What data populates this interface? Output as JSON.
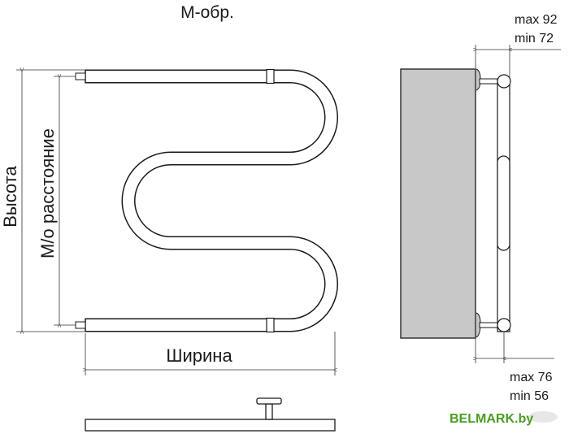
{
  "title": "М-обр.",
  "dimensions": {
    "height_label": "Высота",
    "center_distance_label": "М/о расстояние",
    "width_label": "Ширина",
    "top_offset": {
      "max": "max 92",
      "min": "min 72"
    },
    "bottom_offset": {
      "max": "max 76",
      "min": "min 56"
    }
  },
  "logo": "BELMARK.by",
  "colors": {
    "wall": "#c8c8c8",
    "line": "#1a1a1a",
    "logo": "#4b9b23"
  }
}
